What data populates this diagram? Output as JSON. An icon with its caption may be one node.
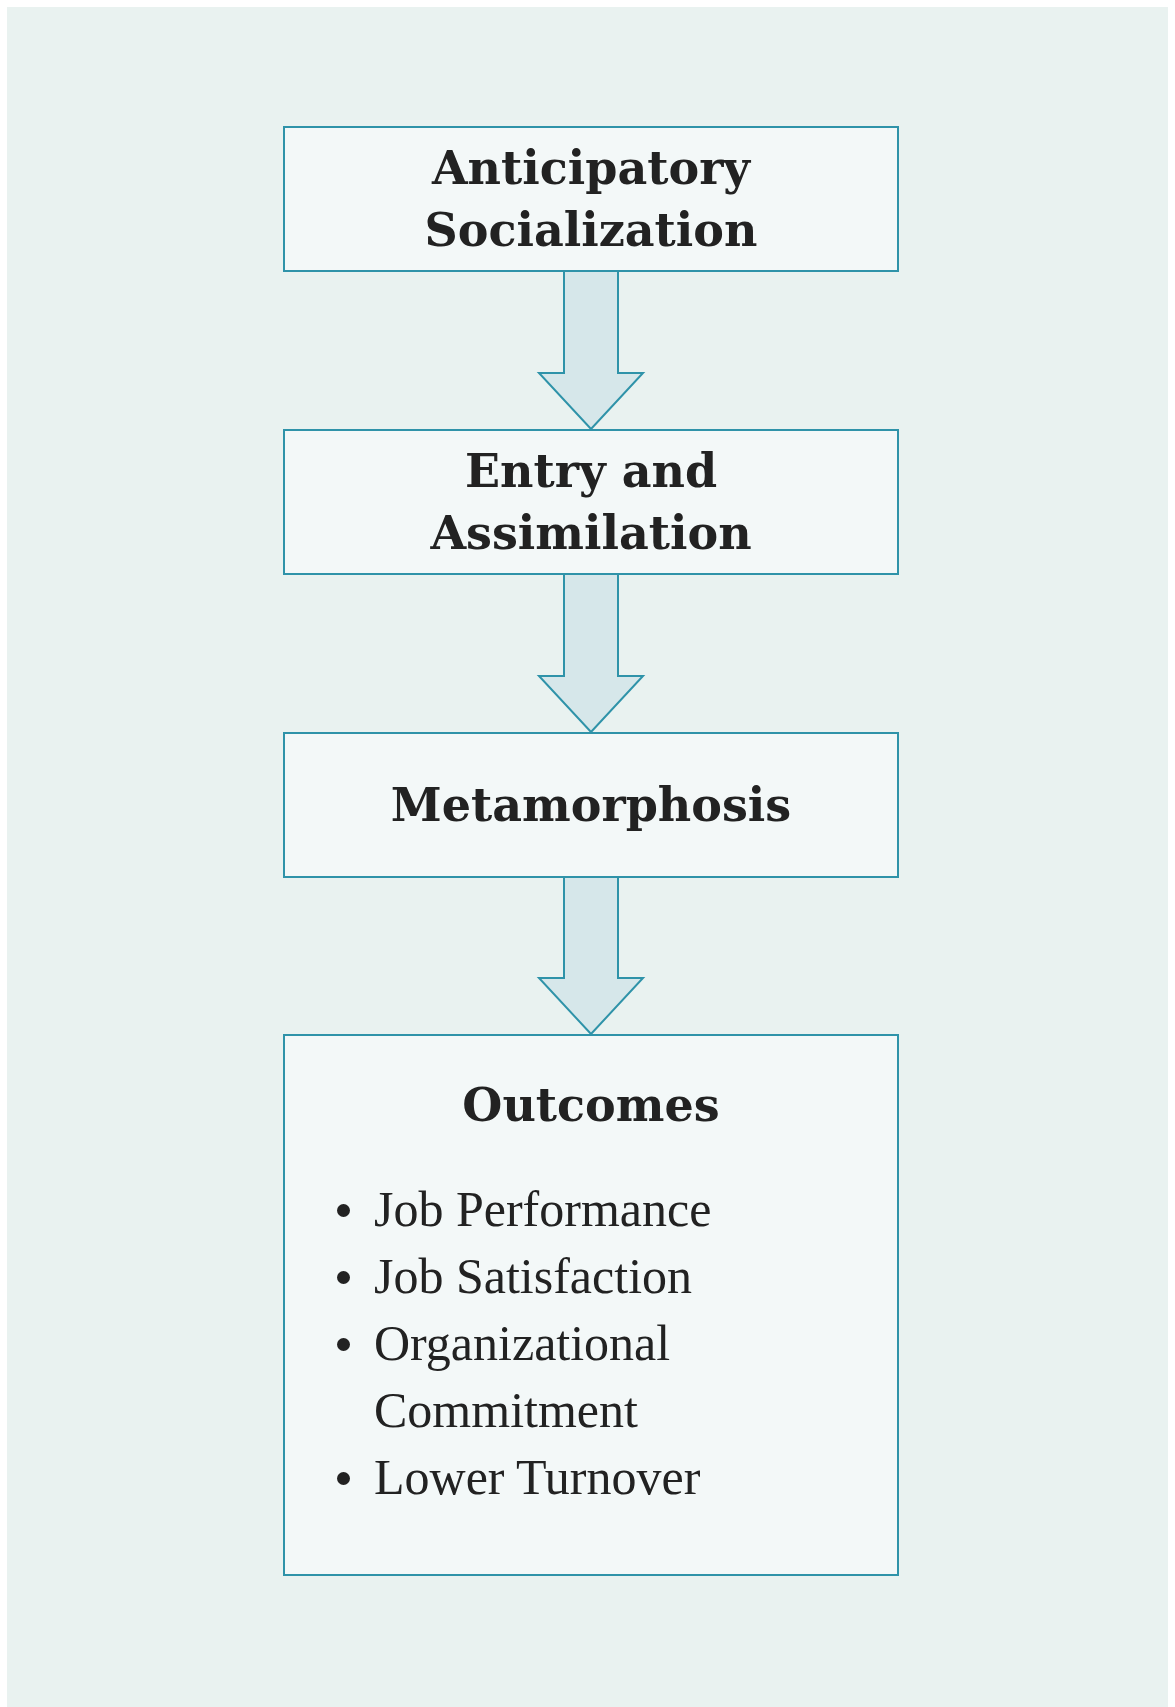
{
  "diagram": {
    "nodes": [
      {
        "text": [
          "Anticipatory Socialization"
        ]
      },
      {
        "text": [
          "Entry and Assimilation"
        ]
      },
      {
        "text": [
          "Metamorphosis"
        ]
      },
      {
        "text": [
          "Outcomes",
          "Job Performance",
          "Job Satisfaction",
          "Organizational Commitment",
          "Lower Turnover"
        ]
      }
    ],
    "edges": [
      {
        "from": 0,
        "to": 1,
        "arrow": "to"
      },
      {
        "from": 1,
        "to": 2,
        "arrow": "to"
      },
      {
        "from": 2,
        "to": 3,
        "arrow": "to"
      }
    ]
  }
}
